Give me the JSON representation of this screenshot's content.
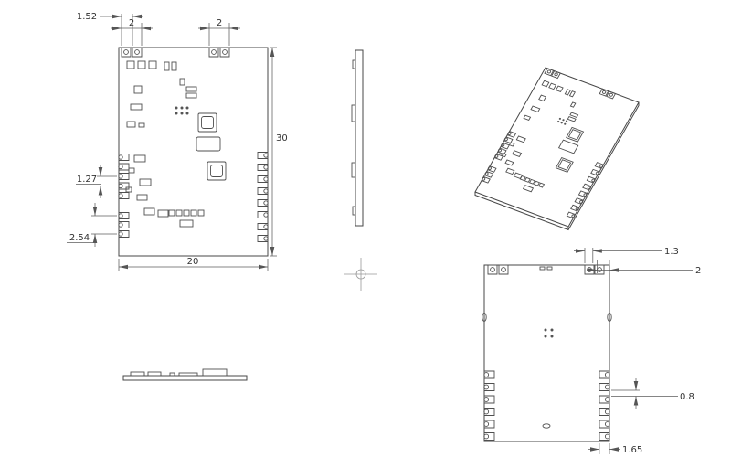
{
  "dims": {
    "front": {
      "tab_offset": "1.52",
      "left_tab_width": "2",
      "right_tab_width": "2",
      "board_height": "30",
      "pin_pitch": "1.27",
      "pin_group_pitch": "2.54",
      "board_width": "20"
    },
    "back": {
      "hole_offset": "1.3",
      "tab_width": "2",
      "pad_gap": "0.8",
      "corner_offset": "1.65"
    }
  },
  "colors": {
    "line": "#474747",
    "dimension": "#5c5c5c",
    "centerline": "#999999",
    "background": "#ffffff"
  }
}
